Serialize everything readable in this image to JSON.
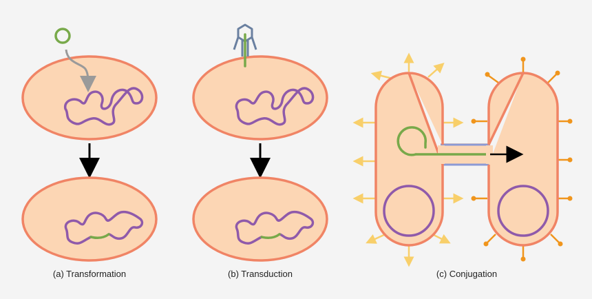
{
  "panels": [
    {
      "caption": "(a) Transformation"
    },
    {
      "caption": "(b) Transduction"
    },
    {
      "caption": "(c) Conjugation"
    }
  ],
  "colors": {
    "background": "#f4f4f4",
    "cell_fill": "#fcd6b4",
    "cell_stroke": "#f08465",
    "dna": "#8f5aaa",
    "donor_dna": "#78a94a",
    "phage": "#6a80a0",
    "pilus_donor": "#f8cf6a",
    "pilus_recipient": "#f0951c",
    "bridge": "#8b9ad6",
    "arrow": "#000000",
    "gray_arrow": "#9a9a9a"
  },
  "icons": {
    "phage": "bacteriophage-icon",
    "transfer_arrow": "arrow-right-icon",
    "step_arrow": "arrow-down-icon"
  }
}
